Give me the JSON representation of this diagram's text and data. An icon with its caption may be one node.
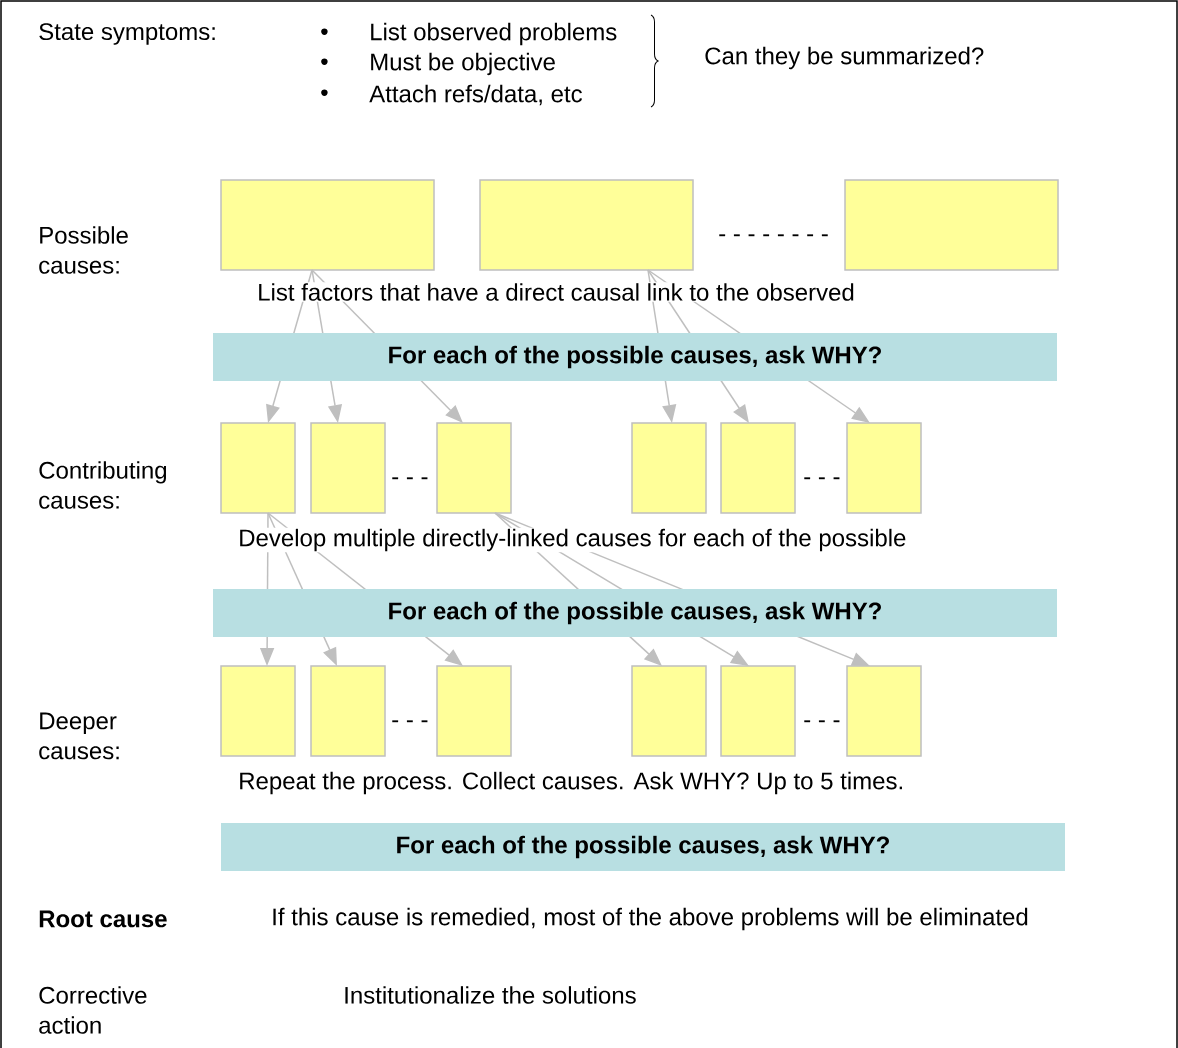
{
  "diagram": {
    "nodes": [
      {
        "text": [],
        "shape": "box"
      },
      {
        "text": [],
        "shape": "box"
      },
      {
        "text": [],
        "shape": "box"
      },
      {
        "text": [],
        "shape": "box"
      },
      {
        "text": [],
        "shape": "box"
      },
      {
        "text": [],
        "shape": "box"
      },
      {
        "text": [],
        "shape": "box"
      },
      {
        "text": [],
        "shape": "box"
      },
      {
        "text": [],
        "shape": "box"
      },
      {
        "text": [],
        "shape": "box"
      },
      {
        "text": [],
        "shape": "box"
      },
      {
        "text": [],
        "shape": "box"
      },
      {
        "text": [],
        "shape": "box"
      },
      {
        "text": [],
        "shape": "box"
      },
      {
        "text": [],
        "shape": "box"
      }
    ],
    "edges": [
      {
        "from": 0,
        "to": 3,
        "arrow": "to"
      },
      {
        "from": 0,
        "to": 4,
        "arrow": "to"
      },
      {
        "from": 0,
        "to": 5,
        "arrow": "to"
      },
      {
        "from": 1,
        "to": 6,
        "arrow": "to"
      },
      {
        "from": 1,
        "to": 7,
        "arrow": "to"
      },
      {
        "from": 1,
        "to": 8,
        "arrow": "to"
      },
      {
        "from": 3,
        "to": 9,
        "arrow": "to"
      },
      {
        "from": 3,
        "to": 10,
        "arrow": "to"
      },
      {
        "from": 3,
        "to": 11,
        "arrow": "to"
      },
      {
        "from": 5,
        "to": 12,
        "arrow": "to"
      },
      {
        "from": 5,
        "to": 13,
        "arrow": "to"
      },
      {
        "from": 5,
        "to": 14,
        "arrow": "to"
      }
    ],
    "labels": [
      "State symptoms:",
      "•",
      "List observed problems",
      "•",
      "Must be objective",
      "•",
      "Attach refs/data, etc",
      "Can they be summarized?",
      "Possible causes:",
      "- - - - - - - -",
      "List factors that have a direct causal link to the observed",
      "For each of the possible causes, ask WHY?",
      "Contributing causes:",
      "- - -",
      "- - -",
      "Develop multiple directly-linked causes for each of the possible",
      "For each of the possible causes, ask WHY?",
      "Deeper causes:",
      "- - -",
      "- - -",
      "Repeat the process. Collect causes. Ask WHY? Up to 5 times.",
      "For each of the possible causes, ask WHY?",
      "Root cause",
      "If this cause is remedied, most of the above problems will be eliminated",
      "Corrective action",
      "Institutionalize the solutions"
    ]
  }
}
